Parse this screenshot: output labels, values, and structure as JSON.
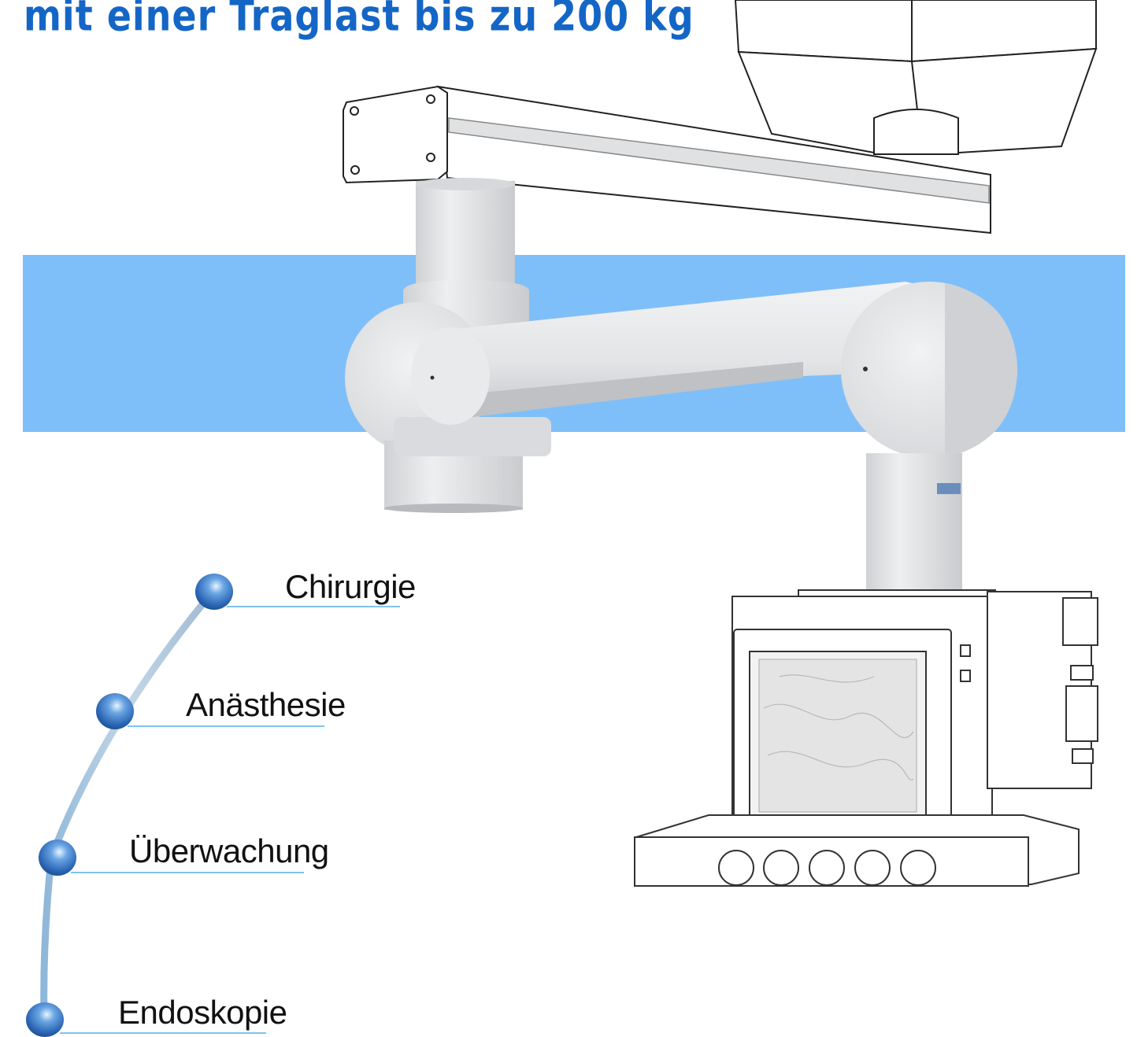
{
  "headline": "mit einer Traglast bis zu 200 kg",
  "colors": {
    "headline": "#1466c6",
    "band": "#7fbff9",
    "accent_line": "#7fc3ee",
    "arm": "#e6e7e9"
  },
  "icons": [
    "sphere-bullet-icon"
  ],
  "menu": {
    "items": [
      {
        "label": "Chirurgie"
      },
      {
        "label": "Anästhesie"
      },
      {
        "label": "Überwachung"
      },
      {
        "label": "Endoskopie"
      }
    ]
  }
}
